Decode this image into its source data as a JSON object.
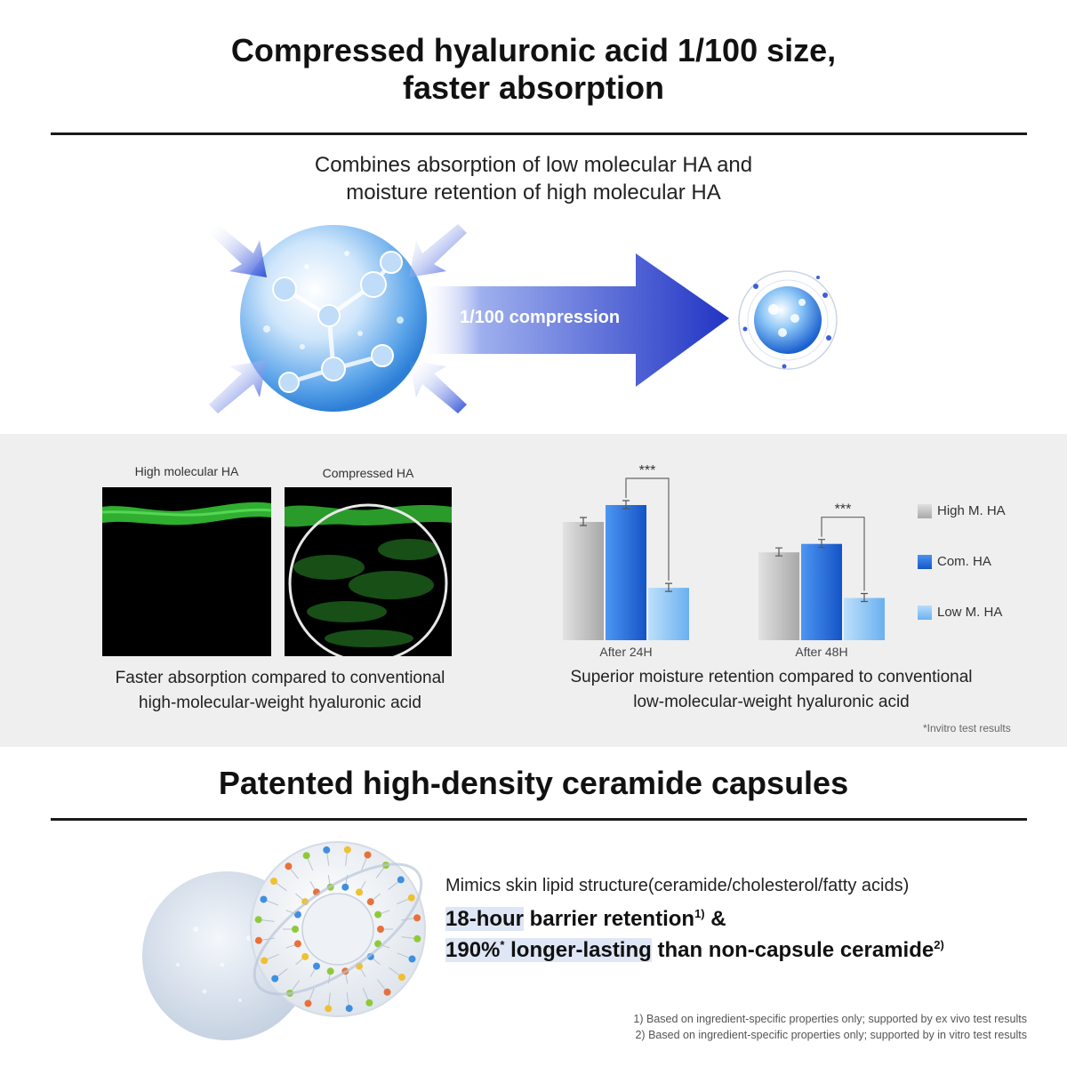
{
  "section1": {
    "title_line1": "Compressed hyaluronic acid 1/100 size,",
    "title_line2": "faster absorption",
    "subtitle_line1": "Combines absorption of low molecular HA and",
    "subtitle_line2": "moisture retention of high molecular HA",
    "arrow_label": "1/100 compression"
  },
  "absorption": {
    "label_high": "High molecular HA",
    "label_compressed": "Compressed HA",
    "caption_line1": "Faster absorption compared to conventional",
    "caption_line2": "high-molecular-weight hyaluronic acid"
  },
  "chart_data": {
    "type": "bar",
    "categories": [
      "After 24H",
      "After 48H"
    ],
    "series": [
      {
        "name": "High M. HA",
        "values": [
          70,
          52
        ],
        "color": "#b8b8b8"
      },
      {
        "name": "Com. HA",
        "values": [
          80,
          57
        ],
        "color": "#1f6fe0"
      },
      {
        "name": "Low M. HA",
        "values": [
          31,
          25
        ],
        "color": "#8cc4f5"
      }
    ],
    "significance": [
      "***",
      "***"
    ],
    "legend": "right"
  },
  "retention": {
    "caption_line1": "Superior moisture retention compared to conventional",
    "caption_line2": "low-molecular-weight hyaluronic acid",
    "note": "*Invitro test results"
  },
  "section2": {
    "title": "Patented high-density ceramide capsules",
    "mimic": "Mimics skin lipid structure(ceramide/cholesterol/fatty acids)",
    "line1_hl": "18-hour",
    "line1_rest": " barrier retention",
    "line1_sup": "1)",
    "line1_amp": " &",
    "line2_hl_a": "190%",
    "line2_star": "*",
    "line2_hl_b": " longer-lasting",
    "line2_rest": " than non-capsule ceramide",
    "line2_sup": "2)",
    "footnote1": "1) Based on ingredient-specific properties only; supported by ex vivo test results",
    "footnote2": "2) Based on ingredient-specific properties only; supported by in vitro test results"
  },
  "colors": {
    "arrow_blue": "#2b46c9",
    "corner_arrow": "#2f4fd8",
    "highlight": "#dfe6f5"
  }
}
